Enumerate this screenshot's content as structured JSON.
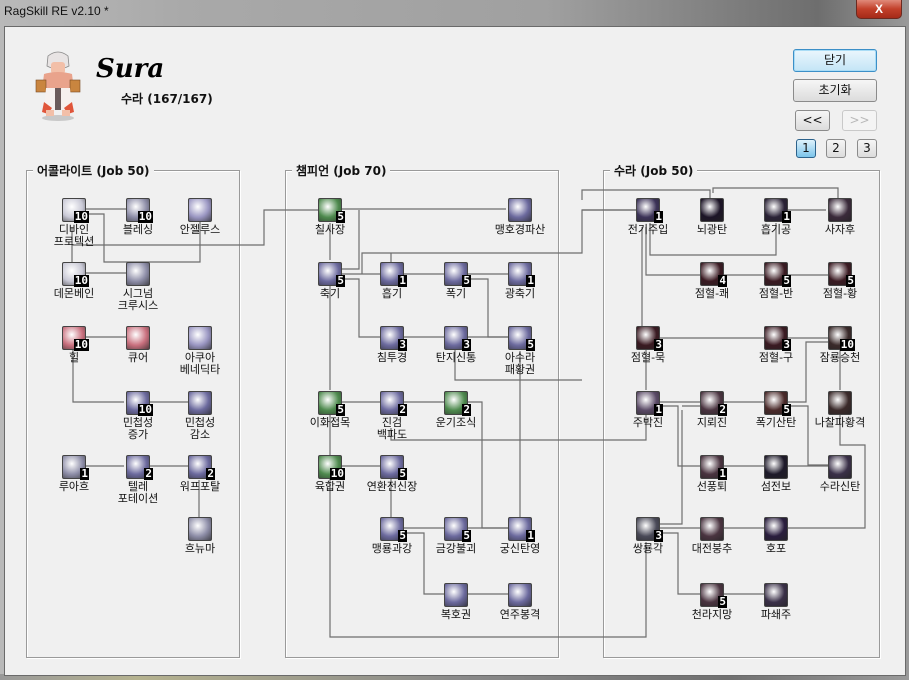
{
  "window": {
    "title": "RagSkill RE v2.10 *",
    "close_label": "X"
  },
  "header": {
    "job_name": "Sura",
    "job_info": "수라 (167/167)"
  },
  "buttons": {
    "close": "닫기",
    "reset": "초기화",
    "prev": "<<",
    "next": ">>",
    "pages": [
      "1",
      "2",
      "3"
    ],
    "active_page": "1"
  },
  "groups": [
    {
      "label": "어콜라이트 (Job 50)"
    },
    {
      "label": "챔피언 (Job 70)"
    },
    {
      "label": "수라 (Job 50)"
    }
  ],
  "colors": {
    "line": "#6e6e6e",
    "panel": "#f0f0f0",
    "level_badge_bg": "#000000"
  },
  "skills": [
    {
      "id": "divine_protection",
      "name": "디바인\n프로텍션",
      "level": "10",
      "icon": "shield-book-icon",
      "color": "#c9c9d6"
    },
    {
      "id": "blessing",
      "name": "블레싱",
      "level": "10",
      "icon": "blessing-orb-icon",
      "color": "#8e8ea8"
    },
    {
      "id": "angelus",
      "name": "안젤루스",
      "level": "",
      "icon": "angelus-orb-icon",
      "color": "#9a96c2"
    },
    {
      "id": "demon_bane",
      "name": "데몬베인",
      "level": "10",
      "icon": "demon-bane-icon",
      "color": "#c9c9d6"
    },
    {
      "id": "signum_crucis",
      "name": "시그넘\n크루시스",
      "level": "",
      "icon": "cross-orb-icon",
      "color": "#8e8ea8"
    },
    {
      "id": "heal",
      "name": "힐",
      "level": "10",
      "icon": "heart-icon",
      "color": "#c9707e"
    },
    {
      "id": "cure",
      "name": "큐어",
      "level": "",
      "icon": "heart-sparkle-icon",
      "color": "#c9707e"
    },
    {
      "id": "aqua_benedicta",
      "name": "아쿠아\n베네딕타",
      "level": "",
      "icon": "holy-water-icon",
      "color": "#9a96c2"
    },
    {
      "id": "inc_agi",
      "name": "민첩성\n증가",
      "level": "10",
      "icon": "agi-up-icon",
      "color": "#6c6a9e"
    },
    {
      "id": "dec_agi",
      "name": "민첩성\n감소",
      "level": "",
      "icon": "agi-down-icon",
      "color": "#6c6a9e"
    },
    {
      "id": "ruwach",
      "name": "루아흐",
      "level": "1",
      "icon": "ruwach-orb-icon",
      "color": "#8e8ea8"
    },
    {
      "id": "teleport",
      "name": "텔레\n포테이션",
      "level": "2",
      "icon": "teleport-icon",
      "color": "#6c6a9e"
    },
    {
      "id": "warp_portal",
      "name": "워프포탈",
      "level": "2",
      "icon": "warp-portal-icon",
      "color": "#6c6a9e"
    },
    {
      "id": "pneuma",
      "name": "흐뉴마",
      "level": "",
      "icon": "pneuma-orb-icon",
      "color": "#8e8ea8"
    },
    {
      "id": "zen",
      "name": "칠사장",
      "level": "5",
      "icon": "palm-strike-icon",
      "color": "#4e8a4e"
    },
    {
      "id": "maenghogyeongpasan",
      "name": "맹호경파산",
      "level": "",
      "icon": "tiger-strike-icon",
      "color": "#6c6a9e"
    },
    {
      "id": "chukgi",
      "name": "축기",
      "level": "5",
      "icon": "spirit-call-icon",
      "color": "#6c6a9e"
    },
    {
      "id": "heupgi",
      "name": "흡기",
      "level": "1",
      "icon": "absorb-spirit-icon",
      "color": "#6c6a9e"
    },
    {
      "id": "pokgi",
      "name": "폭기",
      "level": "5",
      "icon": "fury-icon",
      "color": "#6c6a9e"
    },
    {
      "id": "gwangchukgi",
      "name": "광축기",
      "level": "1",
      "icon": "zen-icon",
      "color": "#6c6a9e"
    },
    {
      "id": "chimtugyeong",
      "name": "침투경",
      "level": "3",
      "icon": "occult-icon",
      "color": "#6c6a9e"
    },
    {
      "id": "tanjisintong",
      "name": "탄지신통",
      "level": "3",
      "icon": "finger-offense-icon",
      "color": "#6c6a9e"
    },
    {
      "id": "asura",
      "name": "아수라\n패황권",
      "level": "5",
      "icon": "asura-strike-icon",
      "color": "#6c6a9e"
    },
    {
      "id": "ihwajeongmok",
      "name": "이화접목",
      "level": "5",
      "icon": "dodge-icon",
      "color": "#4e8a4e"
    },
    {
      "id": "jingeom",
      "name": "진검\n백파도",
      "level": "2",
      "icon": "blade-stop-icon",
      "color": "#6c6a9e"
    },
    {
      "id": "ungijosik",
      "name": "운기조식",
      "level": "2",
      "icon": "meditate-icon",
      "color": "#4e8a4e"
    },
    {
      "id": "yukhapgwon",
      "name": "육합권",
      "level": "10",
      "icon": "triple-attack-icon",
      "color": "#4e8a4e"
    },
    {
      "id": "yeonhwan",
      "name": "연환전신장",
      "level": "5",
      "icon": "chain-combo-icon",
      "color": "#6c6a9e"
    },
    {
      "id": "maengnyong",
      "name": "맹룡과강",
      "level": "5",
      "icon": "dragon-icon",
      "color": "#6c6a9e"
    },
    {
      "id": "geumgang",
      "name": "금강불괴",
      "level": "5",
      "icon": "steel-body-icon",
      "color": "#6c6a9e"
    },
    {
      "id": "gungsin",
      "name": "궁신탄영",
      "level": "1",
      "icon": "snap-icon",
      "color": "#6c6a9e"
    },
    {
      "id": "bokhogwon",
      "name": "복호권",
      "level": "",
      "icon": "palm-push-icon",
      "color": "#6c6a9e"
    },
    {
      "id": "yeonju",
      "name": "연주봉격",
      "level": "",
      "icon": "combo-finish-icon",
      "color": "#6c6a9e"
    },
    {
      "id": "jeongijuip",
      "name": "전기주입",
      "level": "1",
      "icon": "lightning-icon",
      "color": "#3c3358"
    },
    {
      "id": "noegwangtan",
      "name": "뇌광탄",
      "level": "",
      "icon": "thunder-bolt-icon",
      "color": "#1c1426"
    },
    {
      "id": "heupgigong",
      "name": "흡기공",
      "level": "1",
      "icon": "sparkle-icon",
      "color": "#2a2236"
    },
    {
      "id": "sajahu",
      "name": "사자후",
      "level": "",
      "icon": "lion-roar-icon",
      "color": "#3a2a3a"
    },
    {
      "id": "jeomhyeol_kwae",
      "name": "점혈-쾌",
      "level": "4",
      "icon": "red-vein-icon",
      "color": "#3a1a22"
    },
    {
      "id": "jeomhyeol_ban",
      "name": "점혈-반",
      "level": "5",
      "icon": "red-vein-icon",
      "color": "#3a1a22"
    },
    {
      "id": "jeomhyeol_hwang",
      "name": "점혈-황",
      "level": "5",
      "icon": "red-vein-icon",
      "color": "#3a1a22"
    },
    {
      "id": "jeomhyeol_muk",
      "name": "점혈-묵",
      "level": "3",
      "icon": "red-vein-icon",
      "color": "#3a1a22"
    },
    {
      "id": "jeomhyeol_gu",
      "name": "점혈-구",
      "level": "3",
      "icon": "red-vein-icon",
      "color": "#3a1a22"
    },
    {
      "id": "jamnyongseungcheon",
      "name": "잠룡승천",
      "level": "10",
      "icon": "rising-dragon-icon",
      "color": "#3a2a2a"
    },
    {
      "id": "jubakjin",
      "name": "주박진",
      "level": "1",
      "icon": "binding-seal-icon",
      "color": "#5a4a66"
    },
    {
      "id": "jihoejin",
      "name": "지뢰진",
      "level": "2",
      "icon": "ground-strike-icon",
      "color": "#4a3440"
    },
    {
      "id": "pokgisantan",
      "name": "폭기산탄",
      "level": "5",
      "icon": "fury-burst-icon",
      "color": "#4a2a2a"
    },
    {
      "id": "nachalpa",
      "name": "나찰파황격",
      "level": "",
      "icon": "rampage-icon",
      "color": "#3a2a2a"
    },
    {
      "id": "seonpungtoe",
      "name": "선풍퇴",
      "level": "1",
      "icon": "kick-icon",
      "color": "#4a3440"
    },
    {
      "id": "seomjeonbo",
      "name": "섬전보",
      "level": "",
      "icon": "flash-step-icon",
      "color": "#1e1a2a"
    },
    {
      "id": "surasintan",
      "name": "수라신탄",
      "level": "",
      "icon": "crescent-strike-icon",
      "color": "#3a3048"
    },
    {
      "id": "ssangnyonggak",
      "name": "쌍룡각",
      "level": "3",
      "icon": "twin-dragon-kick-icon",
      "color": "#4a4a58"
    },
    {
      "id": "daejeonbongchu",
      "name": "대전붕추",
      "level": "",
      "icon": "double-fist-icon",
      "color": "#4a3440"
    },
    {
      "id": "hopo",
      "name": "호포",
      "level": "",
      "icon": "tiger-cannon-icon",
      "color": "#2a1e3e"
    },
    {
      "id": "cheonrajimang",
      "name": "천라지망",
      "level": "5",
      "icon": "fist-net-icon",
      "color": "#4a3440"
    },
    {
      "id": "paswaeju",
      "name": "파쇄주",
      "level": "",
      "icon": "moon-icon",
      "color": "#3a3048"
    }
  ]
}
